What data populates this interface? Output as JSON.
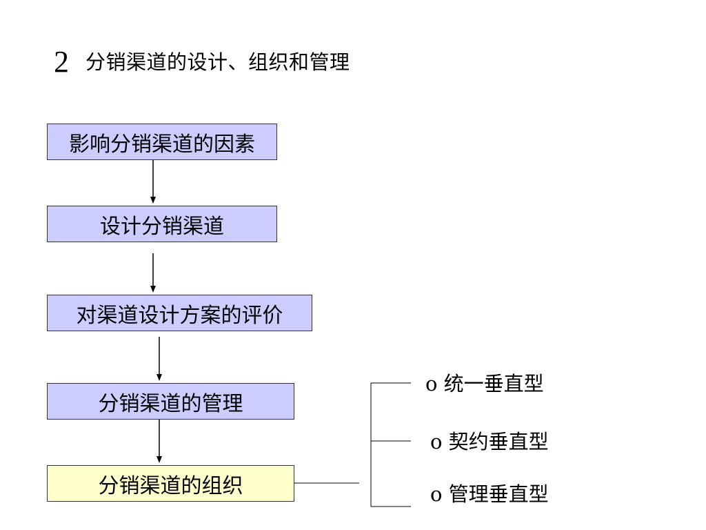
{
  "title": {
    "number": "2",
    "text": "分销渠道的设计、组织和管理"
  },
  "flow": {
    "steps": [
      "影响分销渠道的因素",
      "设计分销渠道",
      "对渠道设计方案的评价",
      "分销渠道的管理",
      "分销渠道的组织"
    ]
  },
  "branches": {
    "items": [
      "o 统一垂直型",
      "o 契约垂直型",
      "o 管理垂直型"
    ]
  },
  "colors": {
    "step_fill": "#ccccff",
    "highlight_fill": "#ffffcc",
    "line": "#000000"
  }
}
